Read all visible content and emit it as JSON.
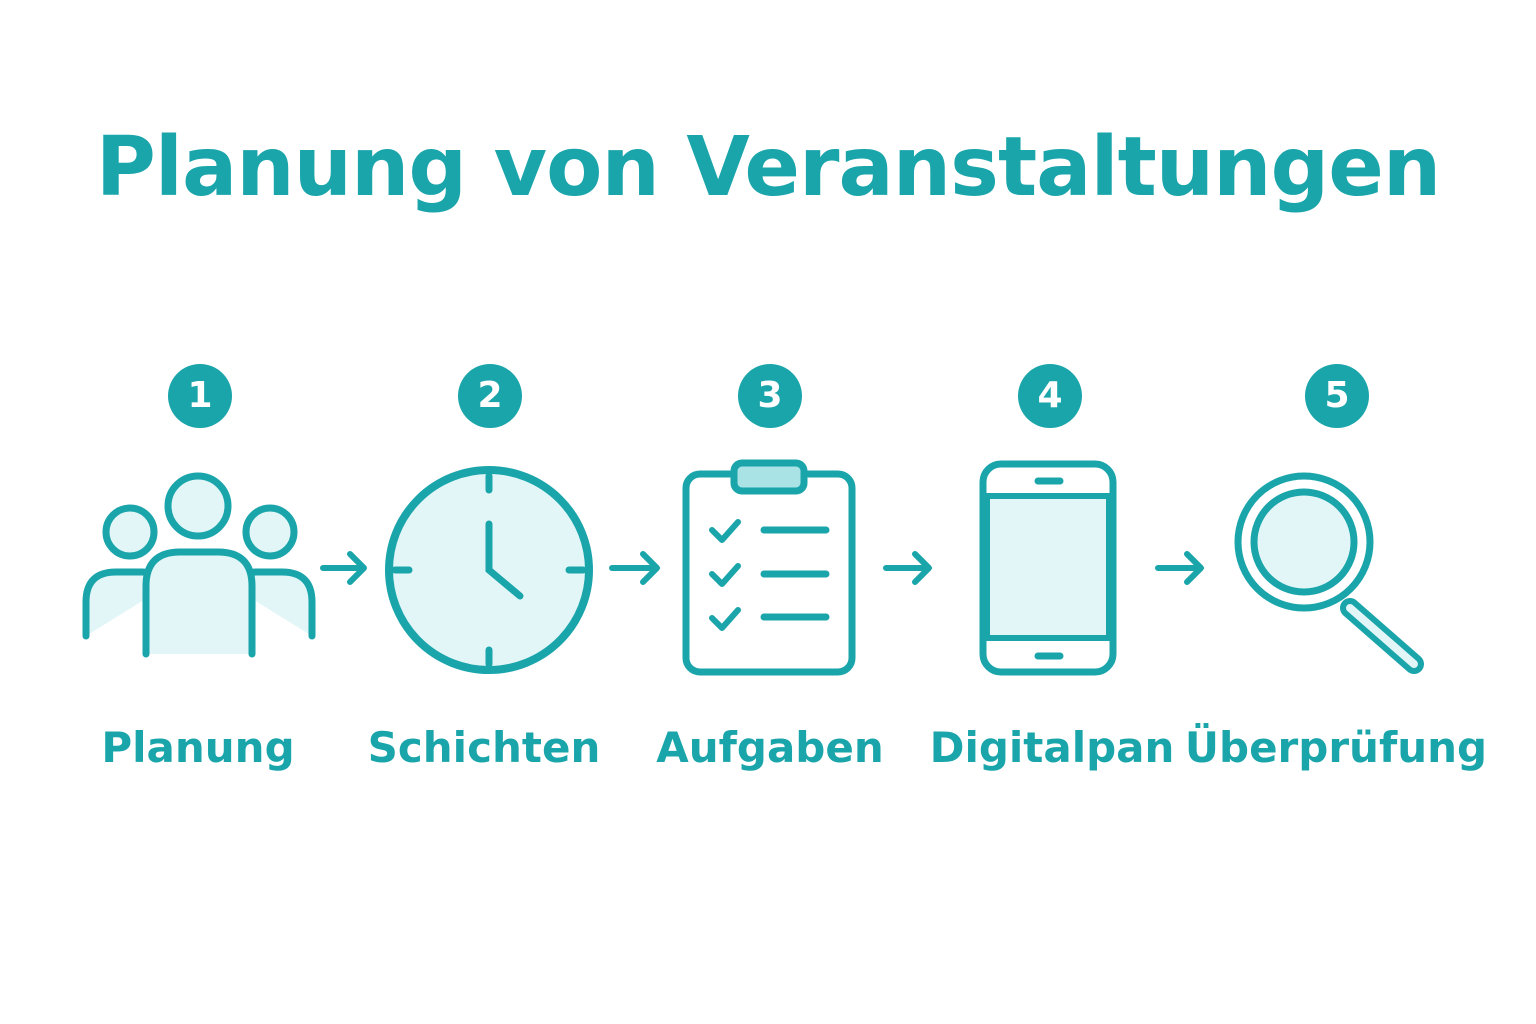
{
  "title": "Planung von Veranstaltungen",
  "colors": {
    "accent": "#1aa5ab",
    "icon_fill": "#e2f6f7",
    "background": "#ffffff"
  },
  "steps": [
    {
      "number": "1",
      "label": "Planung",
      "icon": "people-group-icon"
    },
    {
      "number": "2",
      "label": "Schichten",
      "icon": "clock-icon"
    },
    {
      "number": "3",
      "label": "Aufgaben",
      "icon": "clipboard-checklist-icon"
    },
    {
      "number": "4",
      "label": "Digitalpan",
      "icon": "smartphone-icon"
    },
    {
      "number": "5",
      "label": "Überprüfung",
      "icon": "magnifier-icon"
    }
  ]
}
